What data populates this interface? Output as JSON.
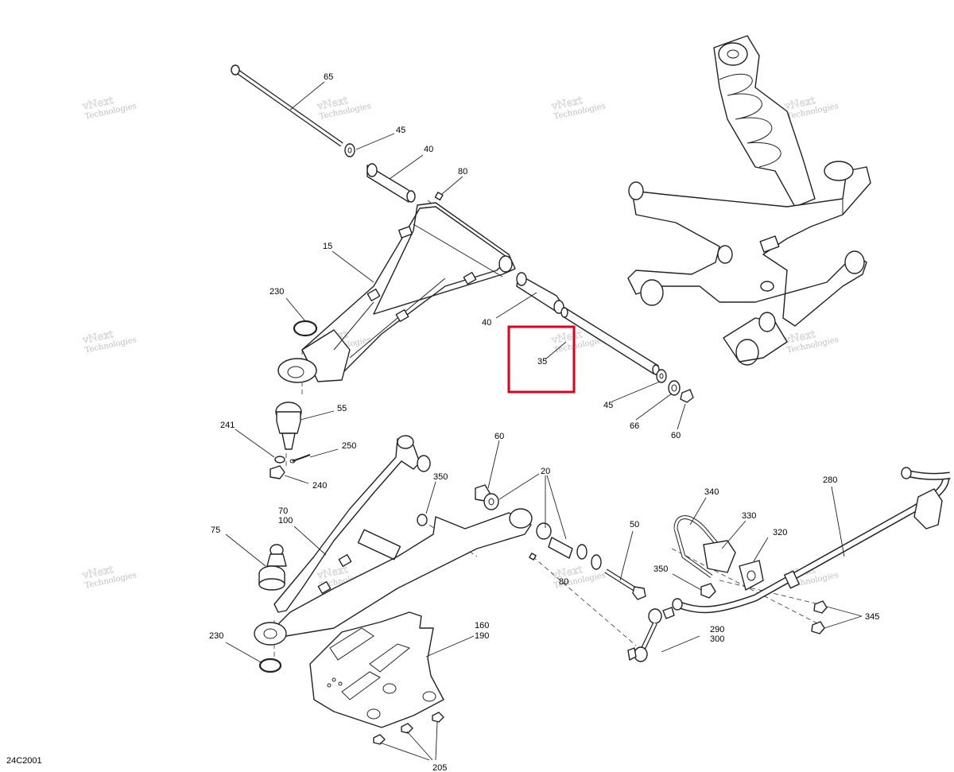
{
  "diagram": {
    "code": "24C2001",
    "highlight_label": "35",
    "callouts": {
      "c65": "65",
      "c45a": "45",
      "c40a": "40",
      "c80a": "80",
      "c15": "15",
      "c230a": "230",
      "c40b": "40",
      "c35": "35",
      "c45b": "45",
      "c66": "66",
      "c60a": "60",
      "c55": "55",
      "c241": "241",
      "c250": "250",
      "c240": "240",
      "c60b": "60",
      "c20": "20",
      "c350a": "350",
      "c70": "70",
      "c100": "100",
      "c75": "75",
      "c50": "50",
      "c80b": "80",
      "c230b": "230",
      "c160": "160",
      "c190": "190",
      "c205": "205",
      "c340": "340",
      "c330": "330",
      "c320": "320",
      "c280": "280",
      "c350b": "350",
      "c290": "290",
      "c300": "300",
      "c345": "345"
    },
    "watermark": {
      "line1": "vNext",
      "line2": "Technologies"
    },
    "colors": {
      "highlight": "#e0001b",
      "line": "#222222"
    }
  }
}
